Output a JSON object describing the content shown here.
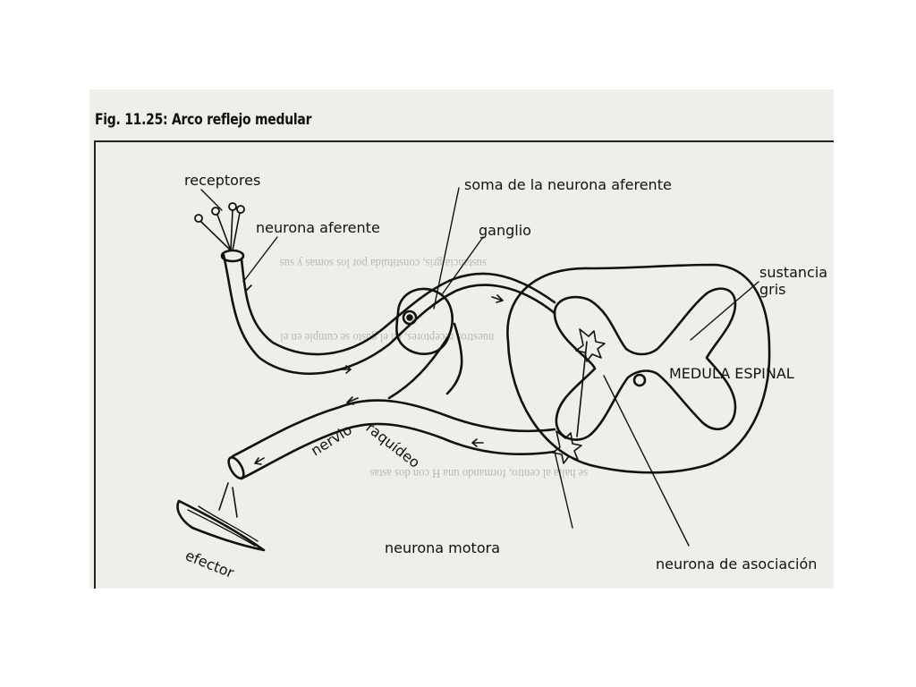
{
  "figure": {
    "title": "Fig. 11.25: Arco reflejo medular"
  },
  "labels": {
    "receptores": "receptores",
    "neurona_aferente": "neurona aferente",
    "soma": "soma de la neurona aferente",
    "ganglio": "ganglio",
    "sustancia_gris": "sustancia",
    "sustancia_gris_2": "gris",
    "medula": "MEDULA ESPINAL",
    "nervio": "nervio",
    "raquideo": "raquídeo",
    "neurona_motora": "neurona motora",
    "neurona_asociacion": "neurona de asociación",
    "efector": "efector"
  },
  "colors": {
    "paper": "#efefea",
    "ink": "#111111"
  }
}
